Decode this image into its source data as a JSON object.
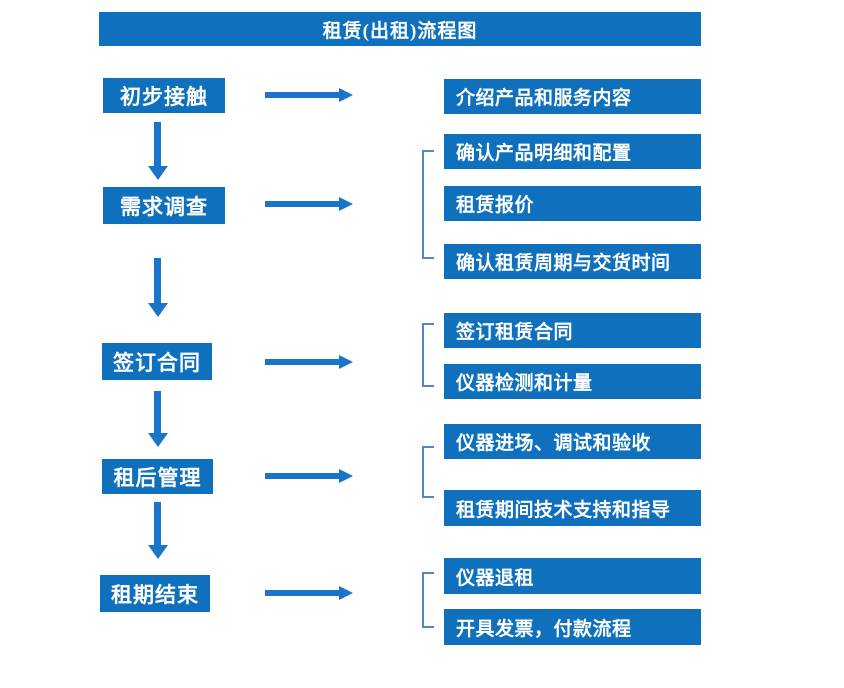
{
  "title": "租赁(出租)流程图",
  "colors": {
    "box_blue": "#0F71BE",
    "arrow_blue": "#1B74CB",
    "bracket_blue": "#5585C5",
    "text_white": "#FFFFFF"
  },
  "flow": [
    {
      "step": "初步接触",
      "details": [
        "介绍产品和服务内容"
      ]
    },
    {
      "step": "需求调查",
      "details": [
        "确认产品明细和配置",
        "租赁报价",
        "确认租赁周期与交货时间"
      ]
    },
    {
      "step": "签订合同",
      "details": [
        "签订租赁合同",
        "仪器检测和计量"
      ]
    },
    {
      "step": "租后管理",
      "details": [
        "仪器进场、调试和验收",
        "租赁期间技术支持和指导"
      ]
    },
    {
      "step": "租期结束",
      "details": [
        "仪器退租",
        "开具发票，付款流程"
      ]
    }
  ]
}
